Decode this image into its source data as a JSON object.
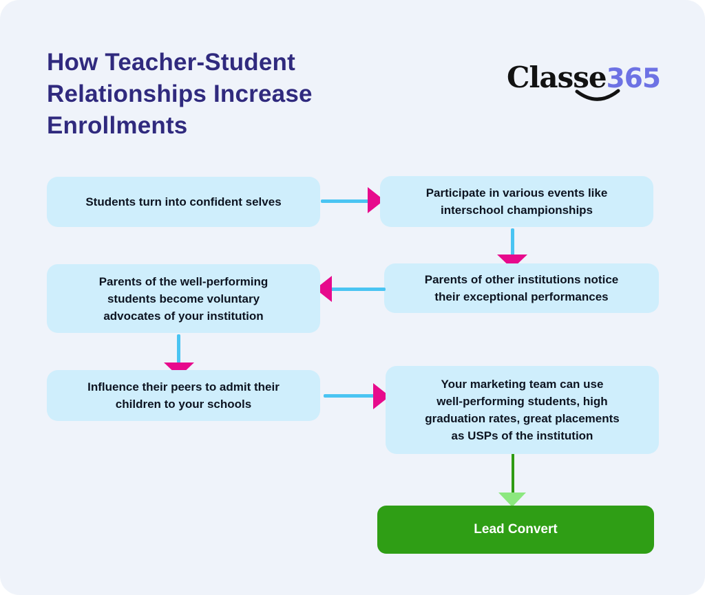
{
  "page": {
    "title": "How Teacher-Student\nRelationships Increase\nEnrollments"
  },
  "logo": {
    "brand_black": "Classe",
    "brand_purple": "365"
  },
  "flow": {
    "boxes": [
      {
        "text": "Students turn into confident selves"
      },
      {
        "text": "Participate in various events like\ninterschool championships"
      },
      {
        "text": "Parents of the well-performing\nstudents become voluntary\nadvocates of your institution"
      },
      {
        "text": "Parents of other institutions notice\ntheir exceptional performances"
      },
      {
        "text": "Influence their peers to admit their\nchildren to your schools"
      },
      {
        "text": "Your marketing team can use\nwell-performing students, high\ngraduation rates, great placements\nas USPs of the institution"
      }
    ],
    "cta_label": "Lead Convert"
  },
  "colors": {
    "canvas_bg": "#eff3fa",
    "box_bg": "#cfeefc",
    "title": "#302a7e",
    "arrow_line": "#4ac4f2",
    "arrow_head": "#e70a8c",
    "green_line": "#2e9b13",
    "green_head": "#8ce87f",
    "button_bg": "#2f9e15",
    "logo_purple": "#6d72e4"
  }
}
